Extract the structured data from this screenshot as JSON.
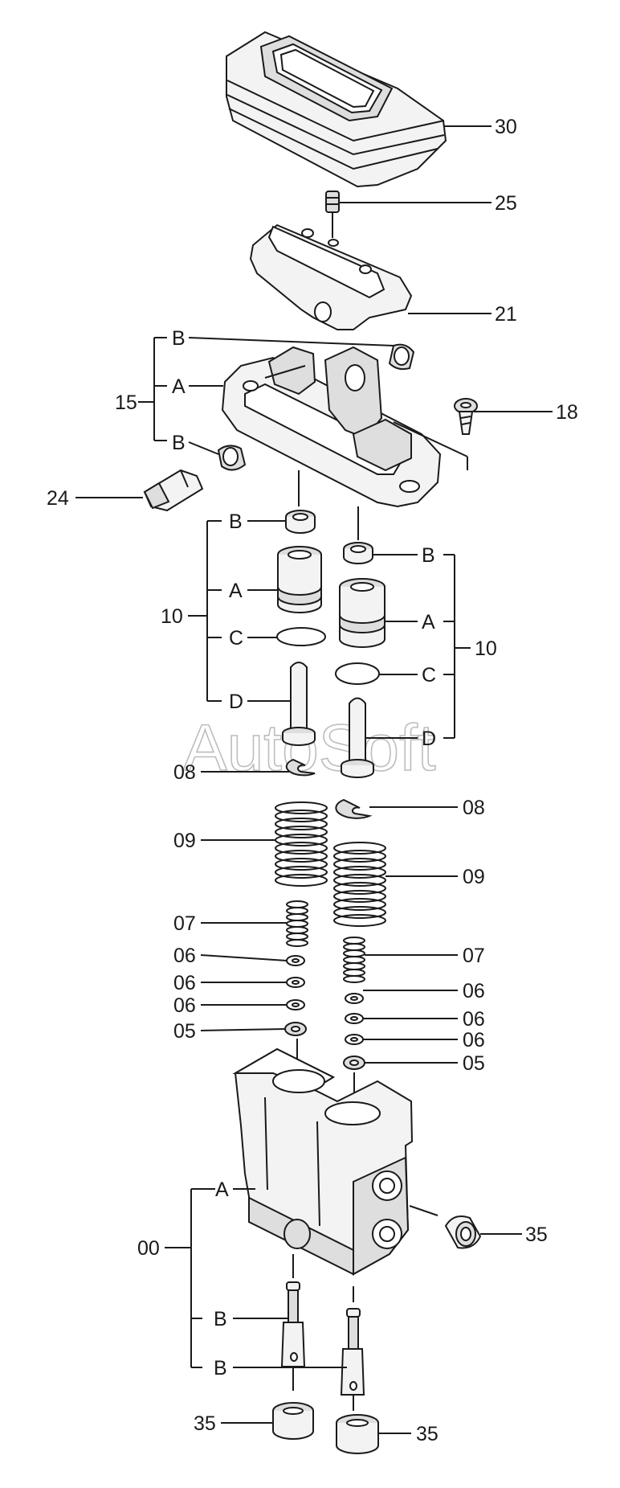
{
  "watermark": "AutoSoft",
  "callouts": {
    "c30": "30",
    "c25": "25",
    "c21": "21",
    "c18": "18",
    "c24": "24",
    "c15": "15",
    "c15_b1": "B",
    "c15_a": "A",
    "c15_b2": "B",
    "c10L": "10",
    "c10L_b": "B",
    "c10L_a": "A",
    "c10L_c": "C",
    "c10L_d": "D",
    "c10R": "10",
    "c10R_b": "B",
    "c10R_a": "A",
    "c10R_c": "C",
    "c10R_d": "D",
    "c08L": "08",
    "c08R": "08",
    "c09L": "09",
    "c09R": "09",
    "c07L": "07",
    "c07R": "07",
    "c06L1": "06",
    "c06L2": "06",
    "c06L3": "06",
    "c06R1": "06",
    "c06R2": "06",
    "c06R3": "06",
    "c05L": "05",
    "c05R": "05",
    "c00": "00",
    "c00_a": "A",
    "c00_b1": "B",
    "c00_b2": "B",
    "c35R": "35",
    "c35BL": "35",
    "c35BR": "35"
  }
}
